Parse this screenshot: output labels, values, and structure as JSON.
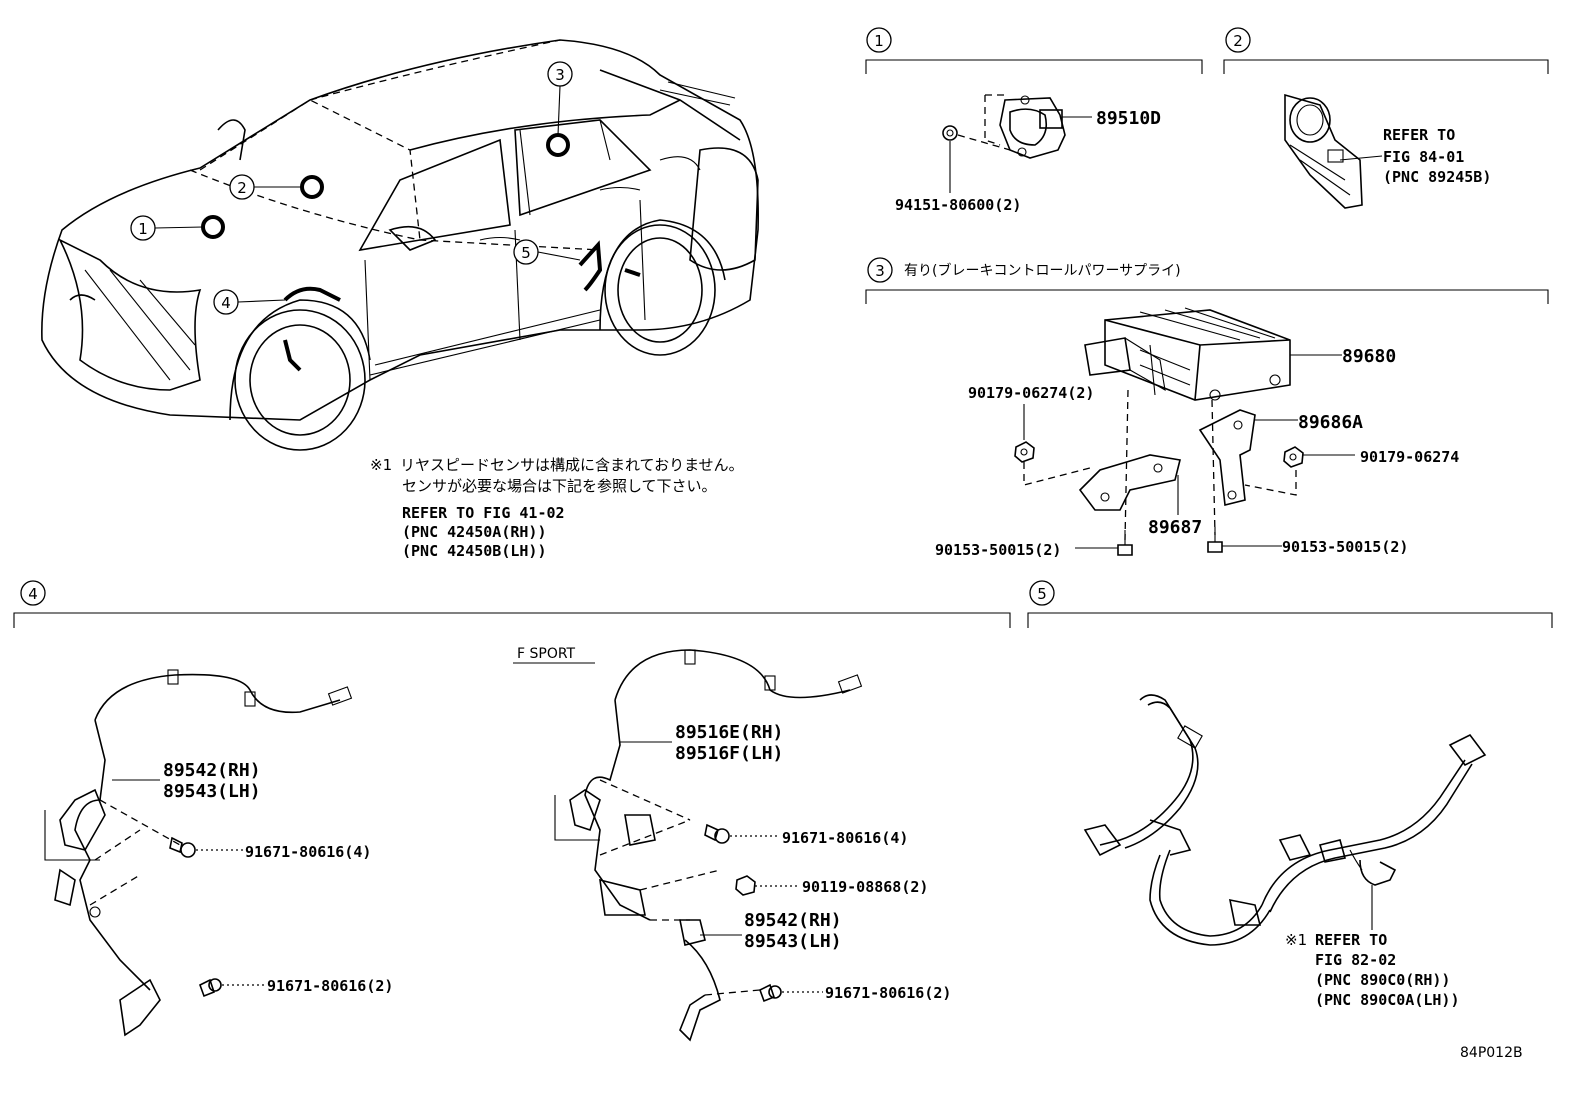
{
  "diagram_id": "84P012B",
  "callouts": [
    "1",
    "2",
    "3",
    "4",
    "5"
  ],
  "sections": {
    "s1": {
      "number": "1",
      "parts": [
        "89510D",
        "94151-80600(2)"
      ]
    },
    "s2": {
      "number": "2",
      "refer": [
        "REFER TO",
        "FIG 84-01",
        "(PNC 89245B)"
      ]
    },
    "s3": {
      "number": "3",
      "title": "有り(ブレーキコントロールパワーサプライ)",
      "parts": [
        "89680",
        "89686A",
        "90179-06274(2)",
        "90179-06274",
        "89687",
        "90153-50015(2)",
        "90153-50015(2)"
      ]
    },
    "s4": {
      "number": "4",
      "variant_label": "F SPORT",
      "left_parts": [
        "89542(RH)",
        "89543(LH)",
        "91671-80616(4)",
        "91671-80616(2)"
      ],
      "right_parts": [
        "89516E(RH)",
        "89516F(LH)",
        "91671-80616(4)",
        "90119-08868(2)",
        "89542(RH)",
        "89543(LH)",
        "91671-80616(2)"
      ]
    },
    "s5": {
      "number": "5",
      "note_mark": "※1",
      "refer": [
        "REFER TO",
        "FIG 82-02",
        "(PNC 890C0(RH))",
        "(PNC 890C0A(LH))"
      ]
    }
  },
  "notes": {
    "mark": "※1",
    "line1": "リヤスピードセンサは構成に含まれておりません。",
    "line2": "センサが必要な場合は下記を参照して下さい。",
    "refer": [
      "REFER TO FIG 41-02",
      "(PNC 42450A(RH))",
      "(PNC 42450B(LH))"
    ]
  }
}
